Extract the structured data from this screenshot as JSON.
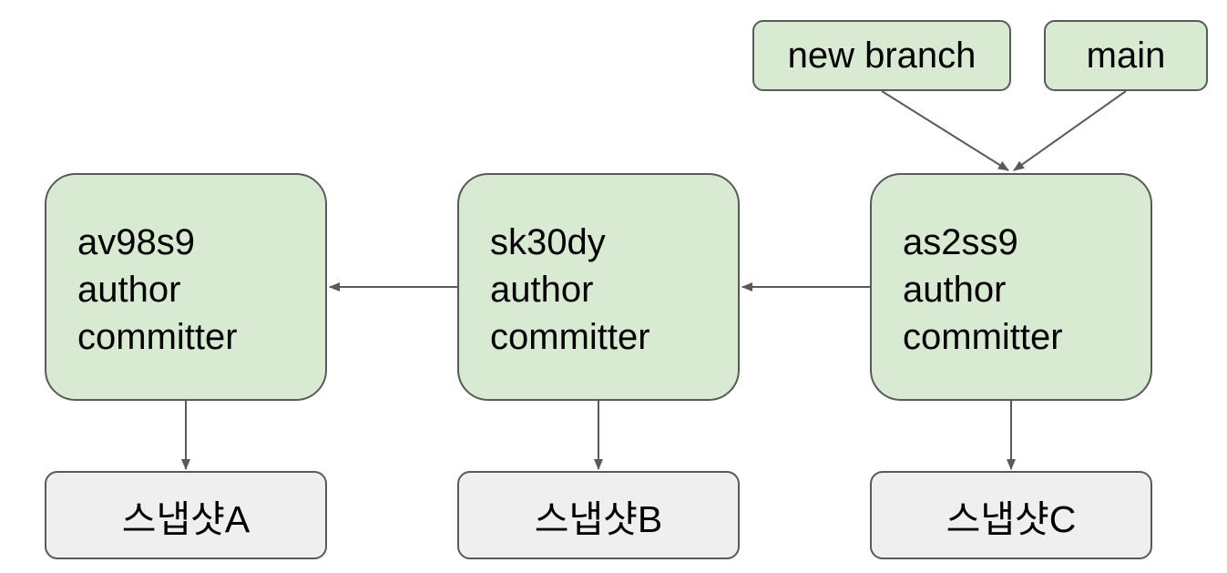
{
  "commits": [
    {
      "hash": "av98s9",
      "line2": "author",
      "line3": "committer"
    },
    {
      "hash": "sk30dy",
      "line2": "author",
      "line3": "committer"
    },
    {
      "hash": "as2ss9",
      "line2": "author",
      "line3": "committer"
    }
  ],
  "snapshots": [
    {
      "label": "스냅샷A"
    },
    {
      "label": "스냅샷B"
    },
    {
      "label": "스냅샷C"
    }
  ],
  "refs": [
    {
      "label": "new branch"
    },
    {
      "label": "main"
    }
  ],
  "colors": {
    "commit_fill": "#d9ead3",
    "snapshot_fill": "#efefef",
    "ref_fill": "#d9ead3",
    "stroke": "#595959"
  }
}
